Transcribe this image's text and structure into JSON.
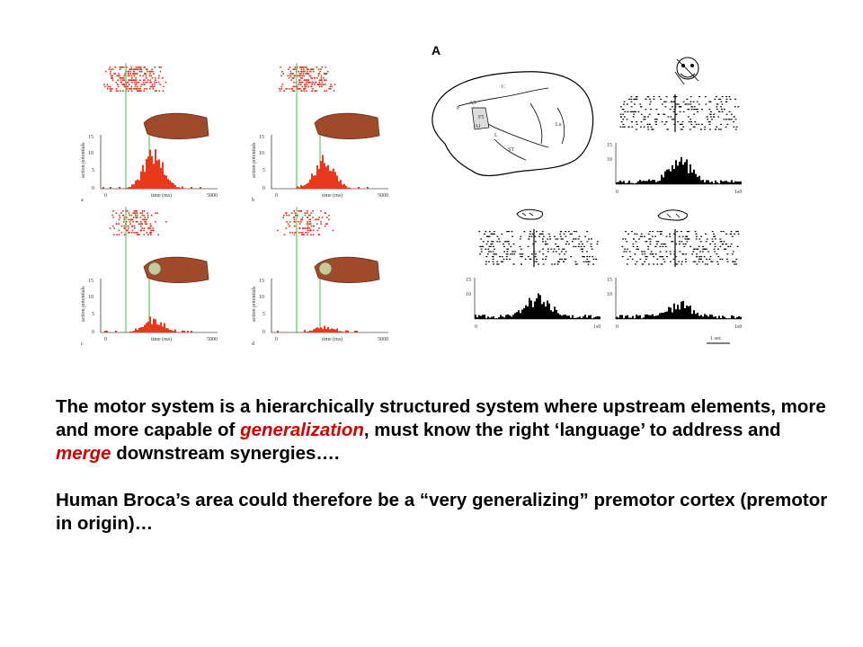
{
  "figure_left": {
    "panels": [
      {
        "letter": "a",
        "ymax_label": "15",
        "ymid_label": "10",
        "y5_label": "5",
        "y0_label": "0",
        "xstart": "0",
        "xend": "5000",
        "xlabel": "time (ms)",
        "ylabel": "action potentials",
        "peak": 0.85,
        "hand": "grasp-open"
      },
      {
        "letter": "b",
        "ymax_label": "15",
        "ymid_label": "10",
        "y5_label": "5",
        "y0_label": "0",
        "xstart": "0",
        "xend": "5000",
        "xlabel": "time (ms)",
        "ylabel": "action potentials",
        "peak": 0.7,
        "hand": "grasp-open"
      },
      {
        "letter": "c",
        "ymax_label": "15",
        "ymid_label": "10",
        "y5_label": "5",
        "y0_label": "0",
        "xstart": "0",
        "xend": "5000",
        "xlabel": "time (ms)",
        "ylabel": "action potentials",
        "peak": 0.3,
        "hand": "grasp-object"
      },
      {
        "letter": "d",
        "ymax_label": "15",
        "ymid_label": "10",
        "y5_label": "5",
        "y0_label": "0",
        "xstart": "0",
        "xend": "5000",
        "xlabel": "time (ms)",
        "ylabel": "action potentials",
        "peak": 0.12,
        "hand": "grasp-object"
      }
    ]
  },
  "figure_right": {
    "label": "A",
    "brain_labels": [
      "C",
      "AS",
      "F5",
      "P",
      "AI",
      "L",
      "ST",
      "Lu"
    ],
    "top_panel": {
      "ymax_label": "15",
      "ymid_label": "10",
      "x0": "0",
      "xend": "1s0"
    },
    "bottom_left": {
      "ymax_label": "15",
      "ymid_label": "10",
      "x0": "0",
      "xend": "1s0"
    },
    "bottom_right": {
      "ymax_label": "15",
      "ymid_label": "10",
      "x0": "0",
      "xend": "1s0",
      "scalebar": "1 sec"
    }
  },
  "text": {
    "p1_a": "The motor system is a hierarchically structured system where upstream elements, more and more capable of ",
    "p1_hl1": "generalization",
    "p1_b": ", must know the right ‘language’ to address and ",
    "p1_hl2": "merge",
    "p1_c": " downstream synergies….",
    "p2": "Human Broca’s area could therefore be a “very generalizing” premotor cortex (premotor in origin)…"
  },
  "colors": {
    "raster": "#d9341c",
    "histogram": "#e8391c",
    "stim_line": "#3cbf3c",
    "highlight": "#d40000",
    "black": "#000000"
  }
}
